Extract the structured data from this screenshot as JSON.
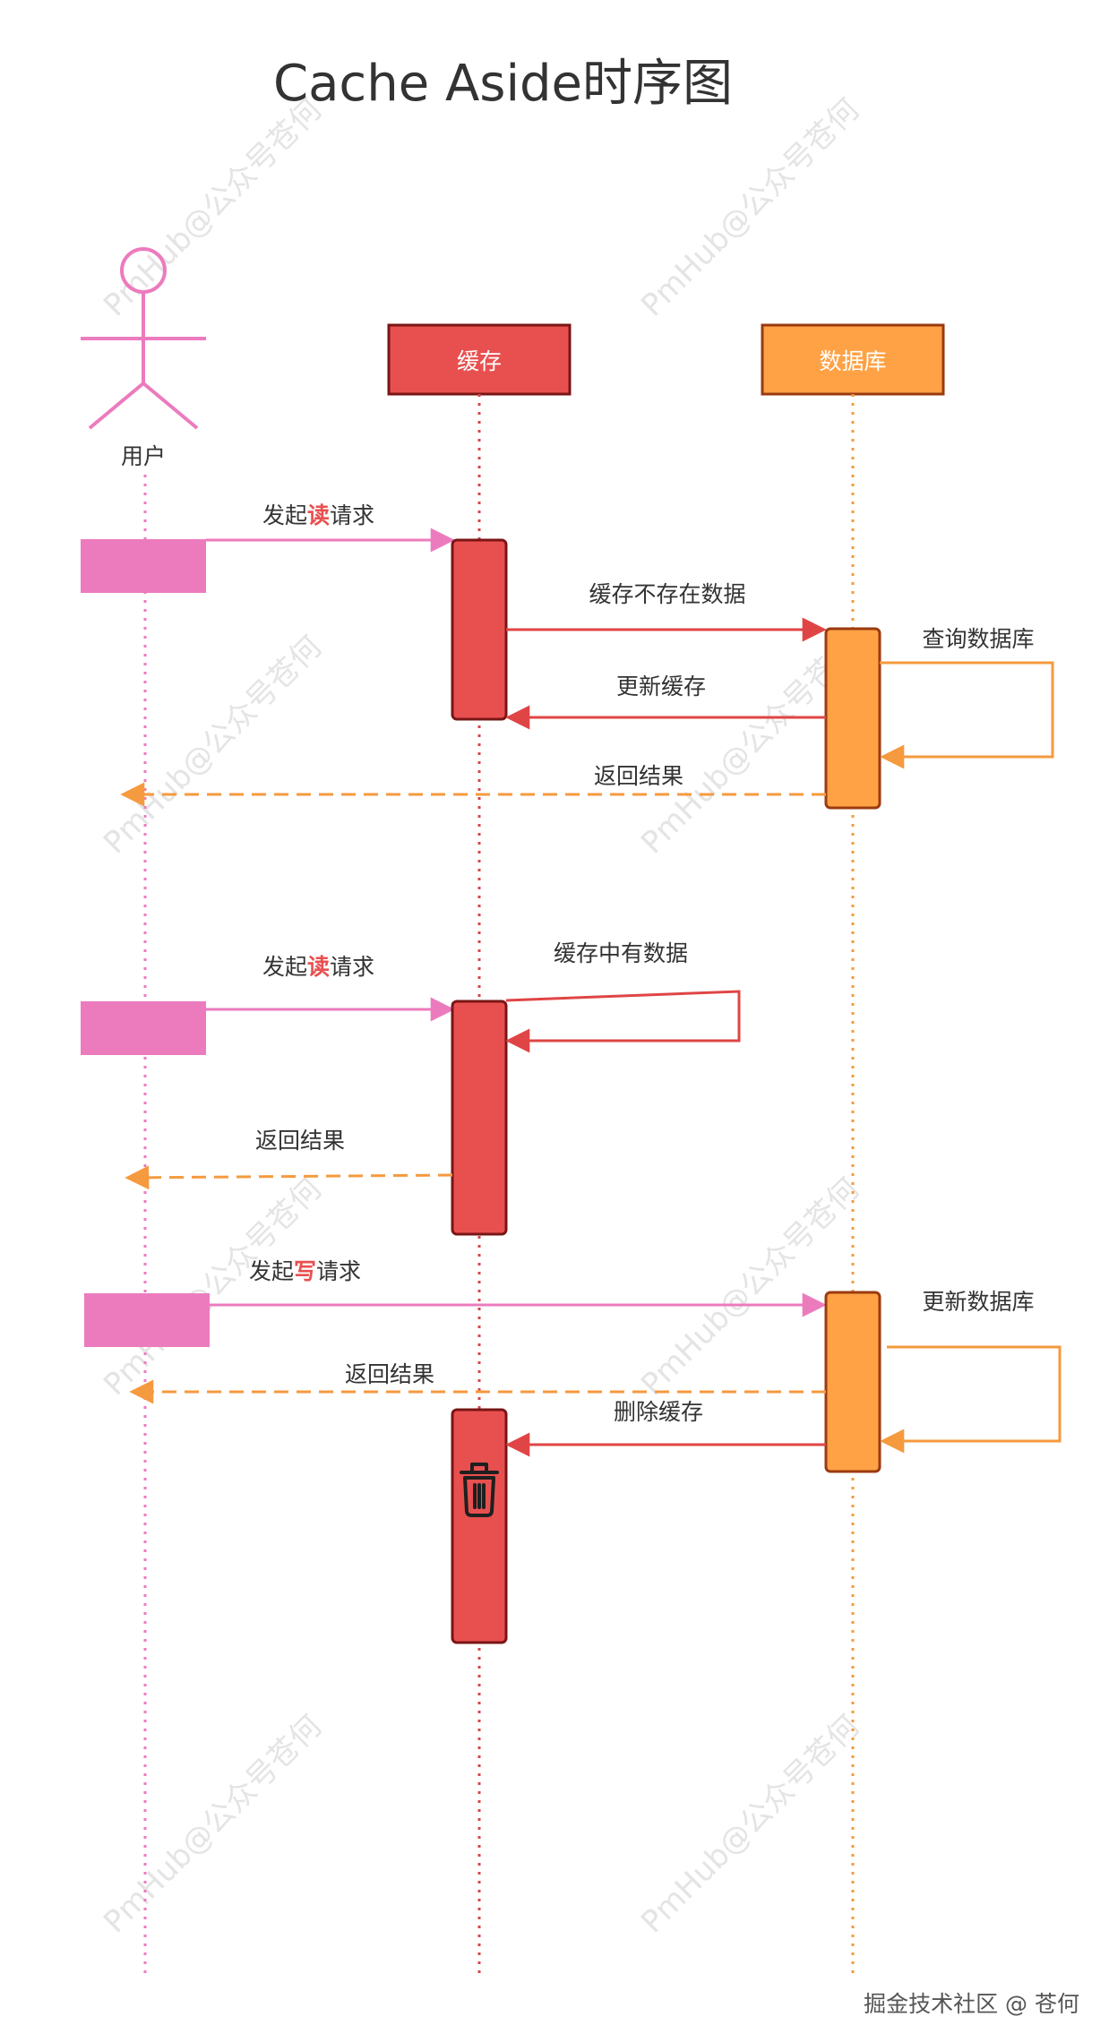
{
  "title": "Cache Aside时序图",
  "participants": {
    "user": "用户",
    "cache": "缓存",
    "db": "数据库"
  },
  "colors": {
    "user": "#EC7BBE",
    "cache": "#E8504F",
    "cache_border": "#7A1515",
    "db": "#FFA245",
    "db_border": "#9A3A10",
    "arrow_red": "#E04545",
    "arrow_orange": "#F59A3E"
  },
  "flow1": {
    "request_prefix": "发起",
    "request_key": "读",
    "request_suffix": "请求",
    "cache_miss": "缓存不存在数据",
    "query_db": "查询数据库",
    "update_cache": "更新缓存",
    "return_result": "返回结果"
  },
  "flow2": {
    "request_prefix": "发起",
    "request_key": "读",
    "request_suffix": "请求",
    "cache_hit": "缓存中有数据",
    "return_result": "返回结果"
  },
  "flow3": {
    "request_prefix": "发起",
    "request_key": "写",
    "request_suffix": "请求",
    "update_db": "更新数据库",
    "return_result": "返回结果",
    "delete_cache": "删除缓存"
  },
  "watermark": "PmHub@公众号苍何",
  "footer": "掘金技术社区 @ 苍何",
  "icons": {
    "delete": "trash-icon"
  }
}
